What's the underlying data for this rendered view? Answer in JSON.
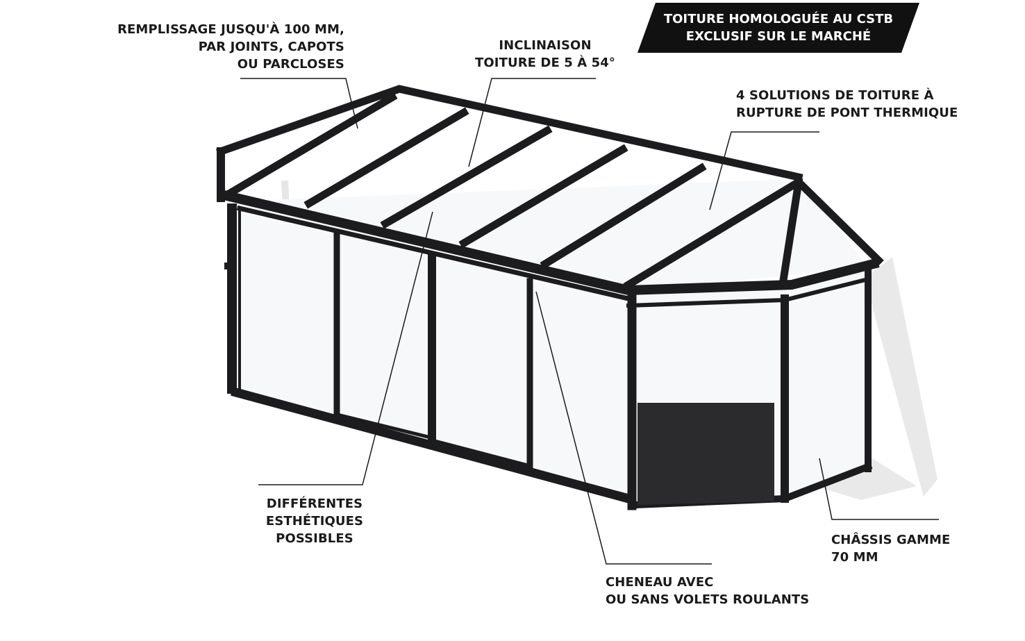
{
  "badge": {
    "line1": "TOITURE HOMOLOGUÉE AU CSTB",
    "line2": "EXCLUSIF SUR LE MARCHÉ"
  },
  "callouts": {
    "remplissage": [
      "REMPLISSAGE JUSQU'À 100 MM,",
      "PAR JOINTS, CAPOTS",
      "OU PARCLOSES"
    ],
    "inclinaison": [
      "INCLINAISON",
      "TOITURE DE 5 À 54°"
    ],
    "solutions": [
      "4 SOLUTIONS DE TOITURE À",
      "RUPTURE DE PONT THERMIQUE"
    ],
    "esthetiques": [
      "DIFFÉRENTES",
      "ESTHÉTIQUES",
      "POSSIBLES"
    ],
    "cheneau": [
      "CHENEAU AVEC",
      "OU SANS VOLETS ROULANTS"
    ],
    "chassis": [
      "CHÂSSIS GAMME",
      "70 MM"
    ]
  },
  "colors": {
    "frame": "#1c1c1e",
    "glass": "#f7f8f9",
    "shadow": "#e8e8e8",
    "text": "#1a1a1a",
    "badge_bg": "#111111",
    "badge_text": "#ffffff"
  }
}
